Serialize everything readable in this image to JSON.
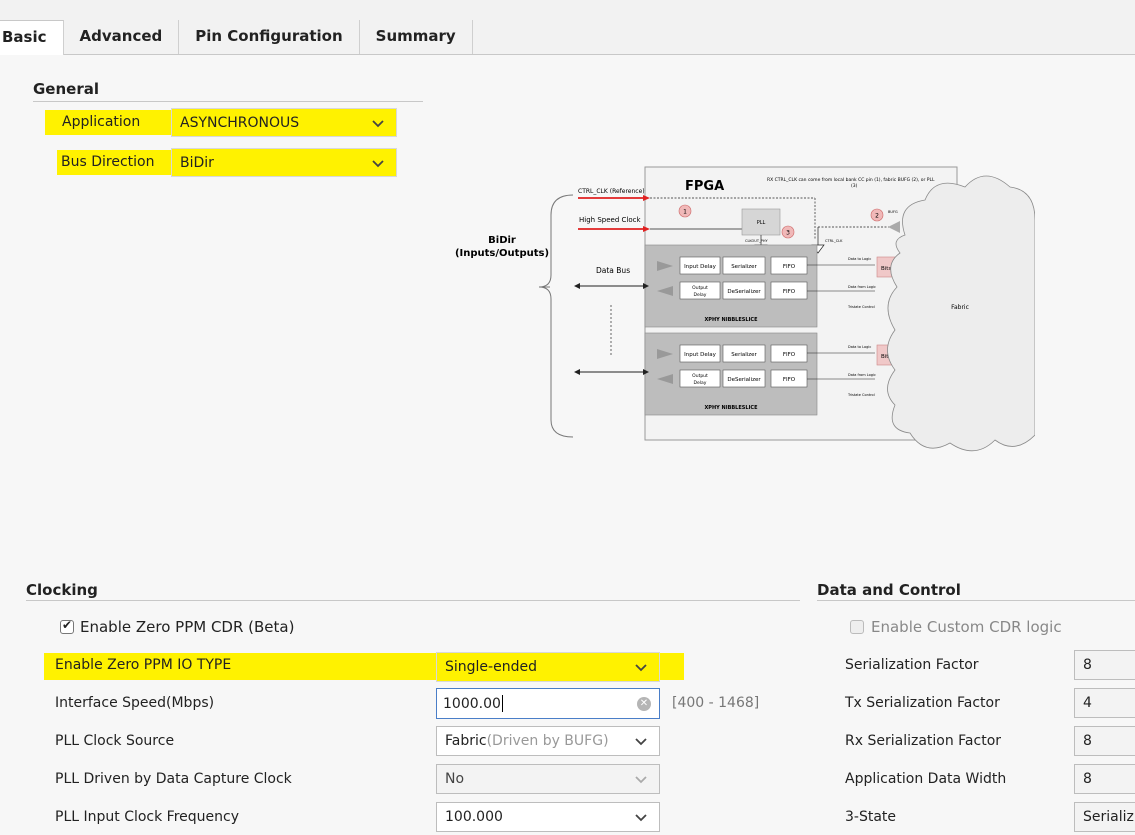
{
  "tabs": [
    "Basic",
    "Advanced",
    "Pin Configuration",
    "Summary"
  ],
  "general": {
    "title": "General",
    "application": {
      "label": "Application",
      "value": "ASYNCHRONOUS"
    },
    "bus_direction": {
      "label": "Bus Direction",
      "value": "BiDir"
    }
  },
  "diagram": {
    "mode_label_1": "BiDir",
    "mode_label_2": "(Inputs/Outputs)",
    "fpga": "FPGA",
    "ctrl_clk": "CTRL_CLK (Reference)",
    "high_speed_clock": "High Speed Clock",
    "data_bus": "Data Bus",
    "note_1": "RX CTRL_CLK can come from local bank CC pin (1), fabric BUFG (2), or PLL",
    "note_2": "(3)",
    "pll": "PLL",
    "clkout_phy": "CLKOUT_PHY",
    "ctrl_clk_small": "CTRL_CLK",
    "bufg": "BUFG",
    "input_delay": "Input Delay",
    "serializer": "Serializer",
    "fifo": "FIFO",
    "output_delay_1": "Output",
    "output_delay_2": "Delay",
    "deserializer": "DeSerializer",
    "nibbleslice": "XPHY NIBBLESLICE",
    "bitslice": "Bitslice",
    "data_to_logic": "Data to Logic",
    "data_from_logic": "Data from Logic",
    "tristate_control": "Tristate Control",
    "fabric": "Fabric",
    "badge_1": "1",
    "badge_2": "2",
    "badge_3": "3"
  },
  "clocking": {
    "title": "Clocking",
    "enable_zero_ppm_cdr": {
      "label": "Enable Zero PPM CDR (Beta)",
      "checked": true
    },
    "io_type": {
      "label": "Enable Zero PPM IO TYPE",
      "value": "Single-ended"
    },
    "interface_speed": {
      "label": "Interface Speed(Mbps)",
      "value": "1000.00",
      "range": "[400 - 1468]"
    },
    "pll_clock_source": {
      "label": "PLL Clock Source",
      "value": "Fabric",
      "value_suffix": "(Driven by BUFG)"
    },
    "pll_driven_by_capture": {
      "label": "PLL Driven by Data Capture Clock",
      "value": "No"
    },
    "pll_input_freq": {
      "label": "PLL Input Clock Frequency",
      "value": "100.000"
    }
  },
  "data_control": {
    "title": "Data and Control",
    "enable_custom_cdr": {
      "label": "Enable Custom CDR logic",
      "checked": false
    },
    "serialization_factor": {
      "label": "Serialization Factor",
      "value": "8"
    },
    "tx_serialization_factor": {
      "label": "Tx Serialization Factor",
      "value": "4"
    },
    "rx_serialization_factor": {
      "label": "Rx Serialization Factor",
      "value": "8"
    },
    "application_data_width": {
      "label": "Application Data Width",
      "value": "8"
    },
    "three_state": {
      "label": "3-State",
      "value": "Serializ"
    }
  },
  "colors": {
    "highlight": "#fff200",
    "focus_border": "#4a7ec8",
    "arrow_red": "#e02020"
  }
}
